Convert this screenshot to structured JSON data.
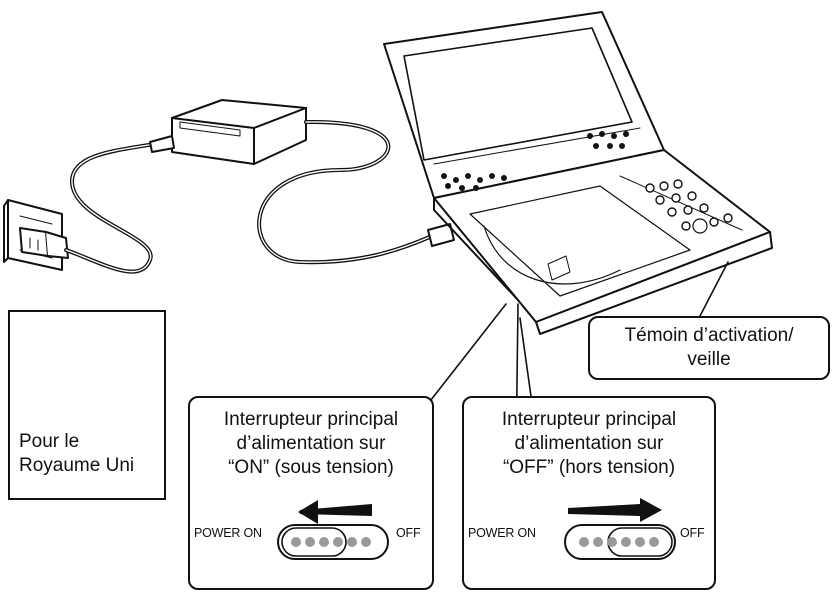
{
  "uk_plug": {
    "line1": "Pour le",
    "line2": "Royaume Uni"
  },
  "indicator_callout": {
    "line1": "Témoin d’activation/",
    "line2": "veille"
  },
  "switch_on_callout": {
    "line1": "Interrupteur principal",
    "line2": "d’alimentation sur",
    "line3": "“ON” (sous tension)",
    "switch_left_label": "POWER ON",
    "switch_right_label": "OFF"
  },
  "switch_off_callout": {
    "line1": "Interrupteur principal",
    "line2": "d’alimentation sur",
    "line3": "“OFF” (hors tension)",
    "switch_left_label": "POWER ON",
    "switch_right_label": "OFF"
  }
}
